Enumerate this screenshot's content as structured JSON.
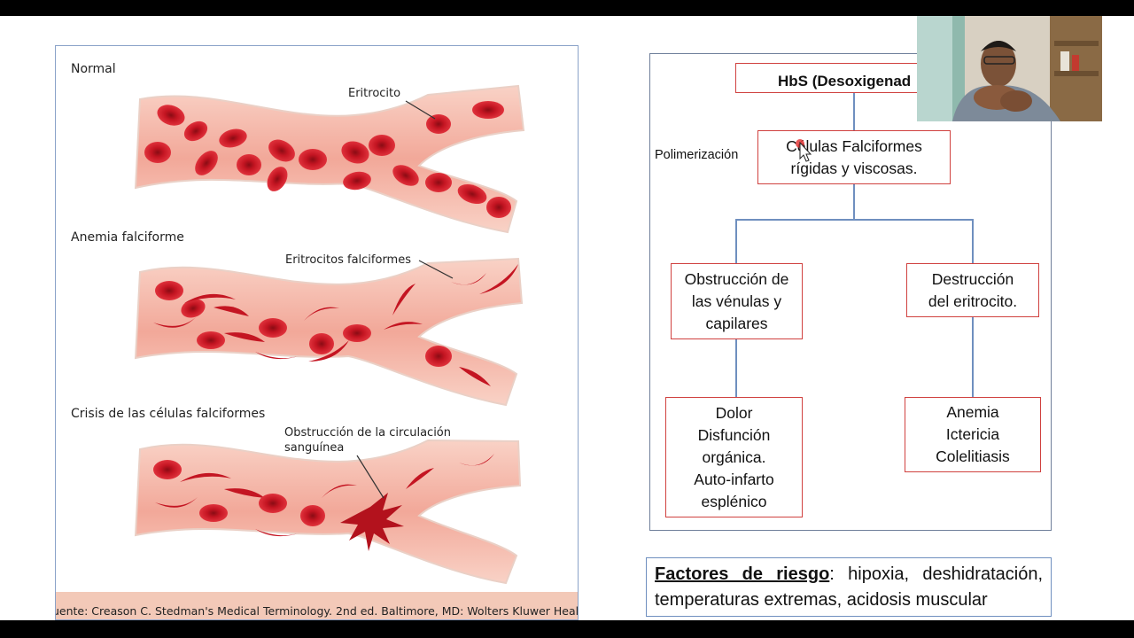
{
  "illustration": {
    "sections": [
      "Normal",
      "Anemia falciforme",
      "Crisis de las células falciformes"
    ],
    "callouts": {
      "normal": "Eritrocito",
      "sickle": "Eritrocitos falciformes",
      "crisis_line1": "Obstrucción de la circulación",
      "crisis_line2": "sanguínea"
    },
    "source": "uente: Creason C. Stedman's Medical Terminology. 2nd ed. Baltimore, MD: Wolters Kluwer Health/"
  },
  "flow": {
    "root": "HbS (Desoxigenad",
    "side_label": "Polimerización",
    "level1": "Células Falciformes\nrígidas y viscosas.",
    "left_branch": "Obstrucción de\nlas vénulas y\ncapilares",
    "right_branch": "Destrucción\ndel eritrocito.",
    "left_outcomes": "Dolor\nDisfunción\norgánica.\nAuto-infarto\nesplénico",
    "right_outcomes": "Anemia\nIctericia\nColelitiasis"
  },
  "risk": {
    "heading": "Factores de riesgo",
    "text": ": hipoxia, deshidratación, temperaturas extremas, acidosis muscular"
  },
  "colors": {
    "box_border": "#d0413f",
    "connector": "#6f8fbf",
    "cell": "#d4202e",
    "vessel": "#f6b9a8"
  }
}
